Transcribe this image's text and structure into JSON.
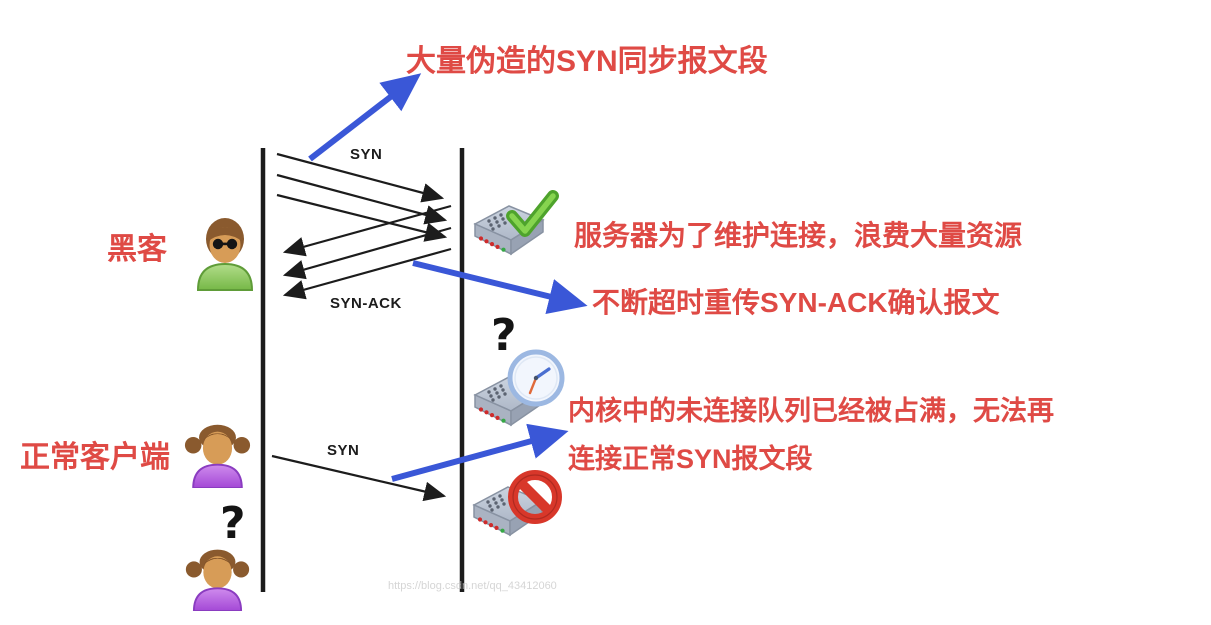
{
  "diagram": {
    "top_annotation": "大量伪造的SYN同步报文段",
    "actors": {
      "hacker_label": "黑客",
      "normal_client_label": "正常客户端"
    },
    "timeline": {
      "syn_label_top": "SYN",
      "syn_ack_label": "SYN-ACK",
      "syn_label_bottom": "SYN"
    },
    "question_marks": {
      "server_question": "?",
      "client_question": "?"
    },
    "annotations": {
      "maintain_connections": "服务器为了维护连接，浪费大量资源",
      "retransmit_syn_ack": "不断超时重传SYN-ACK确认报文",
      "queue_full_line1": "内核中的未连接队列已经被占满，无法再",
      "queue_full_line2": "连接正常SYN报文段"
    },
    "watermark": "https://blog.csdn.net/qq_43412060",
    "colors": {
      "annotation_red": "#df4a45",
      "arrow_blue": "#3a57d7",
      "diagram_black": "#1c1c1c",
      "check_green": "#4ea32c",
      "forbidden_red": "#d8372a"
    },
    "icons": {
      "hacker_avatar": "person-sunglasses-icon",
      "client_avatar": "girl-avatar-icon",
      "server_ok": "server-check-icon",
      "server_waiting": "server-clock-icon",
      "server_blocked": "server-forbidden-icon"
    }
  }
}
